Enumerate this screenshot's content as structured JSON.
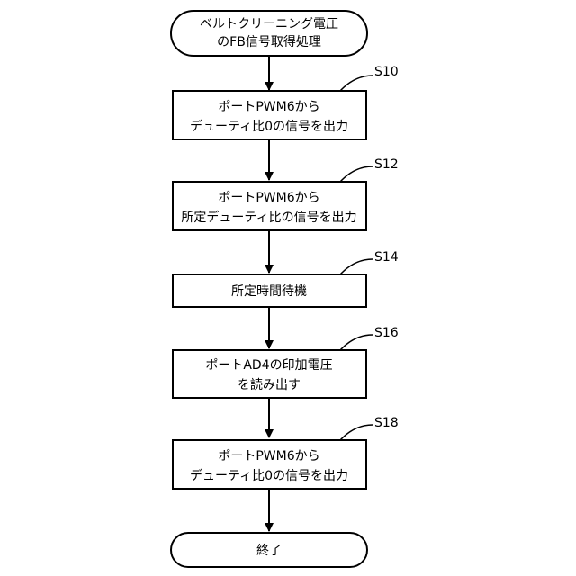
{
  "flowchart": {
    "start": {
      "lines": [
        "ベルトクリーニング電圧",
        "のFB信号取得処理"
      ]
    },
    "steps": [
      {
        "label": "S10",
        "lines": [
          "ポートPWM6から",
          "デューティ比0の信号を出力"
        ]
      },
      {
        "label": "S12",
        "lines": [
          "ポートPWM6から",
          "所定デューティ比の信号を出力"
        ]
      },
      {
        "label": "S14",
        "lines": [
          "所定時間待機"
        ]
      },
      {
        "label": "S16",
        "lines": [
          "ポートAD4の印加電圧",
          "を読み出す"
        ]
      },
      {
        "label": "S18",
        "lines": [
          "ポートPWM6から",
          "デューティ比0の信号を出力"
        ]
      }
    ],
    "end": {
      "lines": [
        "終了"
      ]
    }
  }
}
